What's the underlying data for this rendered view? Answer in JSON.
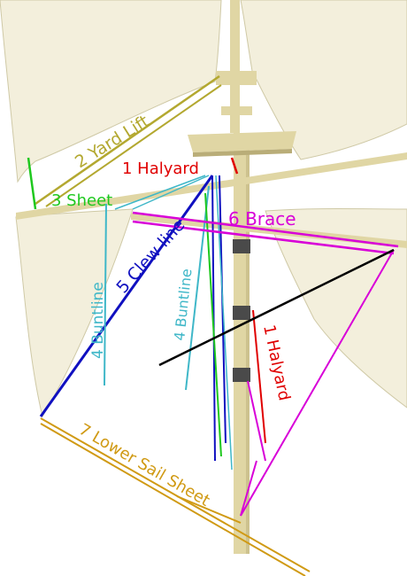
{
  "diagram": {
    "colors": {
      "background": "#ffffff",
      "sail": "#f3efdc",
      "sail_edge": "#cfc9a6",
      "mast": "#e0d6a4",
      "mast_shadow": "#b9ad78",
      "iron_band": "#4a4a4a",
      "halyard": "#e00000",
      "yard_lift": "#b3a830",
      "sheet": "#1ec81e",
      "buntline": "#3fb7c8",
      "clew_line": "#1010c0",
      "brace": "#d800d8",
      "lower_sail_sheet": "#d09a14",
      "stay": "#000000"
    },
    "labels": {
      "yard_lift": "2 Yard Lift",
      "halyard_top": "1 Halyard",
      "sheet": "3 Sheet",
      "brace": "6 Brace",
      "clew_line": "5 Clew line",
      "buntline_left": "4 Buntline",
      "buntline_right": "4 Buntline",
      "halyard_right": "1 Halyard",
      "lower_sail_sheet": "7 Lower Sail Sheet"
    }
  }
}
